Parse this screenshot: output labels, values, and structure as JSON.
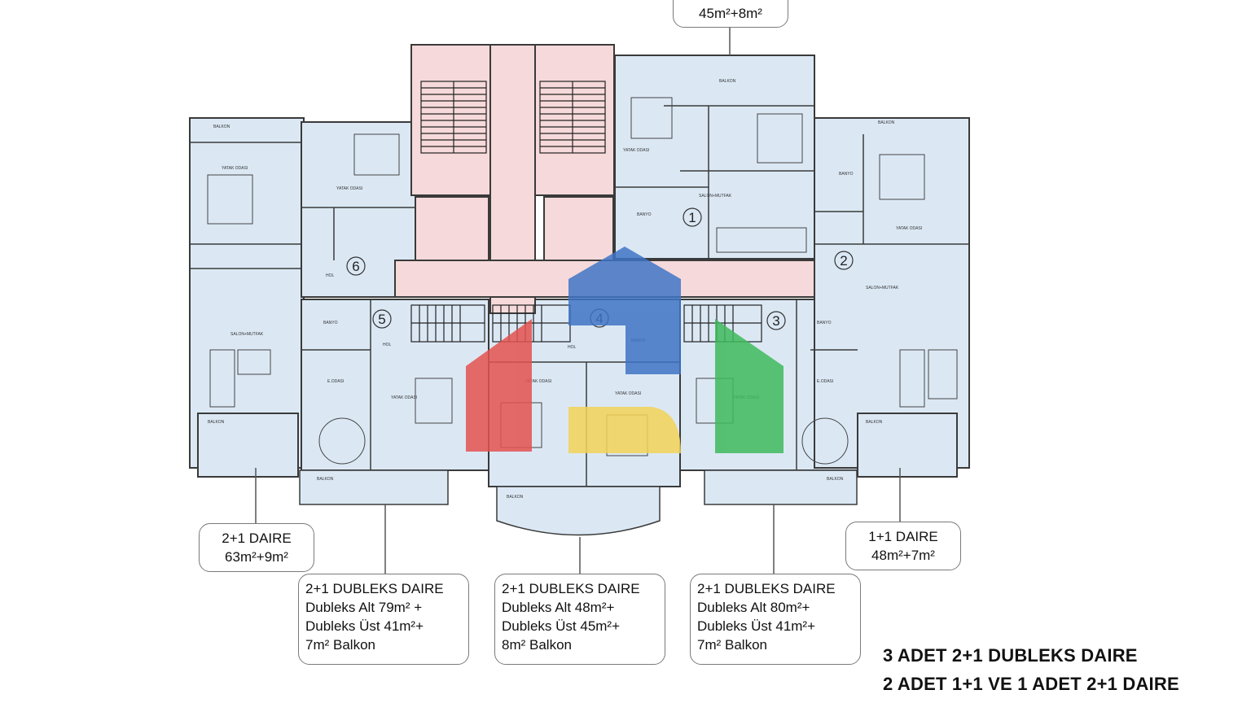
{
  "top_callout": {
    "area": "45m²+8m²"
  },
  "unit_numbers": [
    "1",
    "2",
    "3",
    "4",
    "5",
    "6"
  ],
  "room_labels": {
    "balkon": "BALKON",
    "yatak_odasi": "YATAK ODASI",
    "banyo": "BANYO",
    "salon_mutfak": "SALON+MUTFAK",
    "hol": "HOL",
    "e_odasi": "E.ODASI"
  },
  "callouts": {
    "left": {
      "type": "2+1 DAIRE",
      "area": "63m²+9m²"
    },
    "right": {
      "type": "1+1 DAIRE",
      "area": "48m²+7m²"
    },
    "duplex_left": {
      "title": "2+1 DUBLEKS DAIRE",
      "line1": "Dubleks Alt 79m² +",
      "line2": "Dubleks Üst 41m²+",
      "line3": "7m² Balkon"
    },
    "duplex_center": {
      "title": "2+1 DUBLEKS DAIRE",
      "line1": "Dubleks Alt  48m²+",
      "line2": "Dubleks Üst 45m²+",
      "line3": "8m² Balkon"
    },
    "duplex_right": {
      "title": "2+1 DUBLEKS DAIRE",
      "line1": "Dubleks Alt  80m²+",
      "line2": "Dubleks Üst 41m²+",
      "line3": "7m² Balkon"
    }
  },
  "summary": {
    "line1": "3 ADET 2+1 DUBLEKS DAIRE",
    "line2": "2 ADET 1+1 VE 1 ADET 2+1 DAIRE"
  },
  "colors": {
    "unit_fill": "#dbe8f4",
    "core_fill": "#f6d9da",
    "wall": "#3a3a3a",
    "logo_blue": "#3f74c6",
    "logo_red": "#e4524f",
    "logo_green": "#3fba5c",
    "logo_yellow": "#f3d457"
  }
}
